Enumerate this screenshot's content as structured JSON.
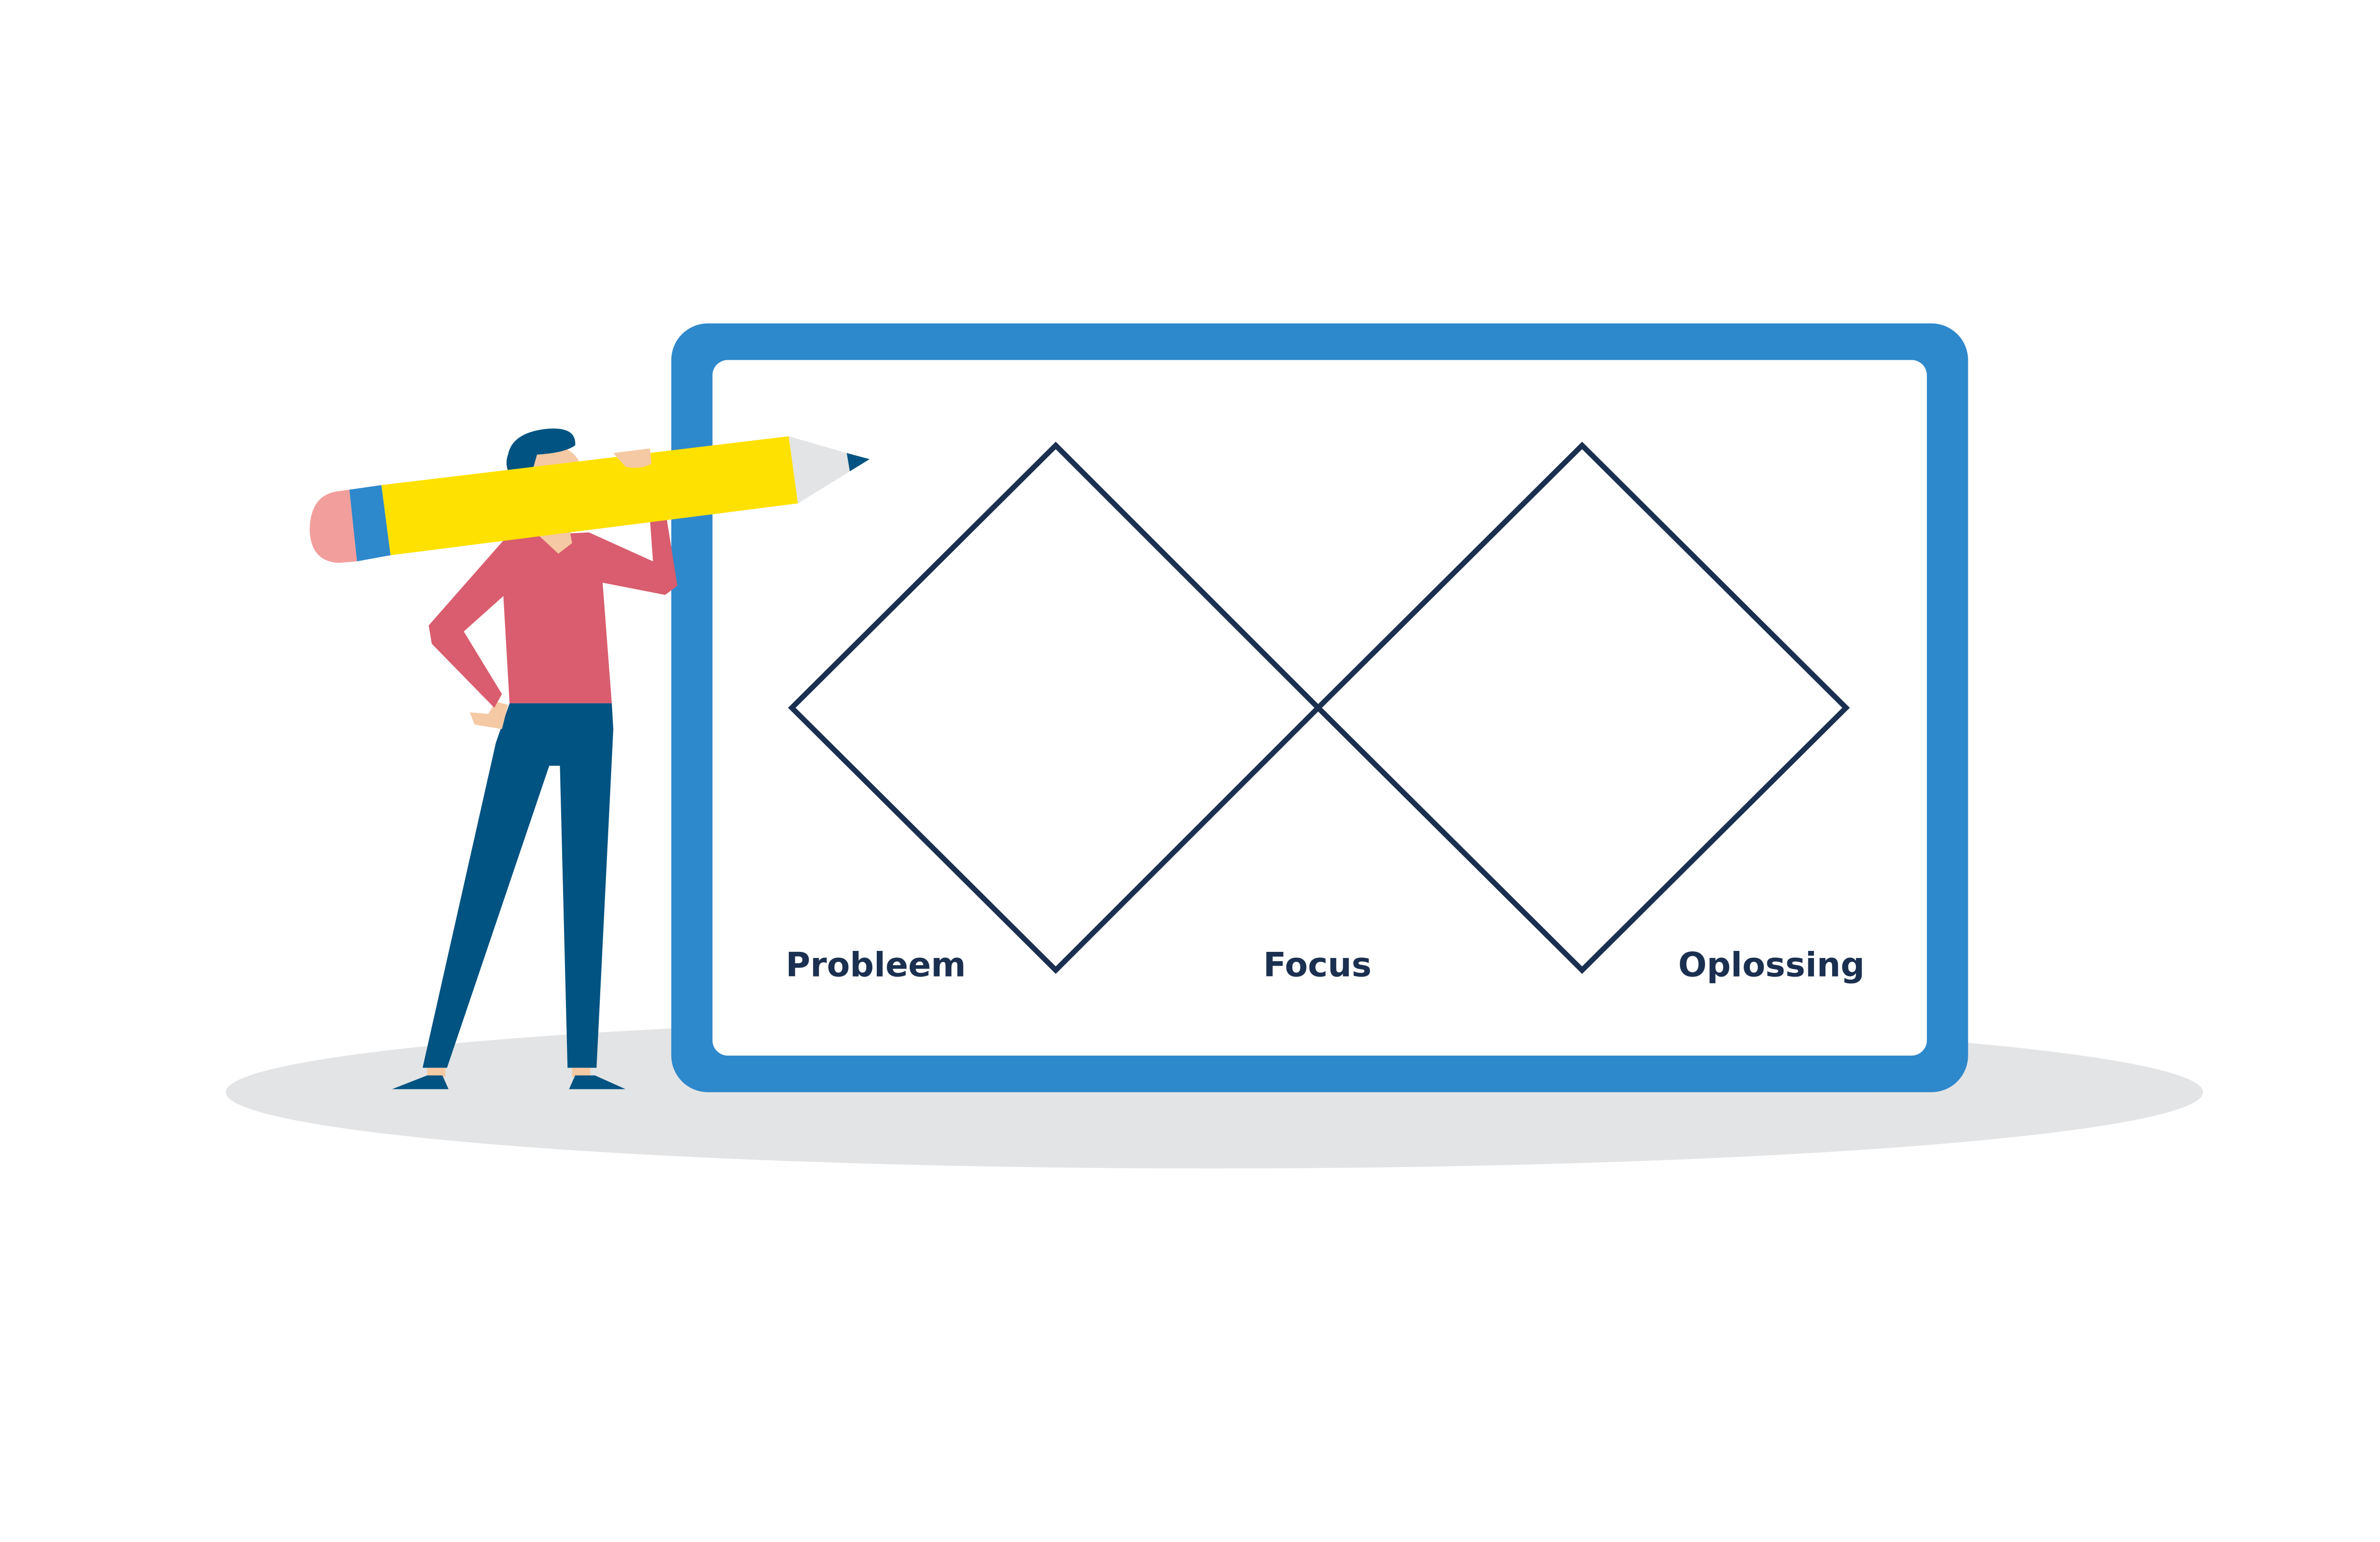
{
  "diagram": {
    "labels": {
      "left": "Probleem",
      "middle": "Focus",
      "right": "Oplossing"
    }
  },
  "colors": {
    "board_frame": "#2e88cc",
    "diamond_stroke": "#1b3050",
    "label_text": "#1b3050",
    "ground_shadow": "#e3e4e6",
    "pencil_body": "#ffe100",
    "pencil_eraser": "#f29e9c",
    "shirt": "#d95d6e",
    "pants": "#015381",
    "skin": "#f5c9a3"
  },
  "illustration": {
    "figure": "person-carrying-pencil"
  }
}
